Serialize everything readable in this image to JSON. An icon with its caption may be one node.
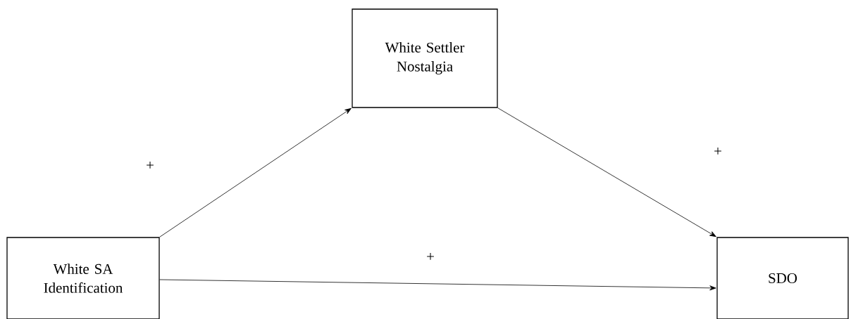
{
  "diagram": {
    "nodes": [
      {
        "text": [
          "White Settler Nostalgia"
        ]
      },
      {
        "text": [
          "White SA Identification"
        ]
      },
      {
        "text": [
          "SDO"
        ]
      }
    ],
    "edges": [
      {
        "from": 1,
        "to": 0,
        "arrow": "to",
        "label": "+"
      },
      {
        "from": 0,
        "to": 2,
        "arrow": "to",
        "label": "+"
      },
      {
        "from": 1,
        "to": 2,
        "arrow": "to",
        "label": "+"
      }
    ]
  }
}
